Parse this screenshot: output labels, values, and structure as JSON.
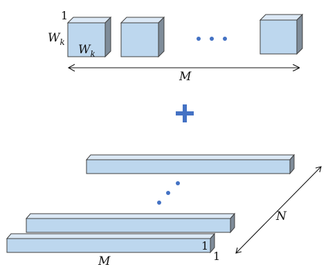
{
  "colors": {
    "box_front": "#bdd7ee",
    "box_top": "#dce9f6",
    "box_side": "#7f8c99",
    "box_stroke": "#3f3f3f",
    "dot": "#4472c4",
    "plus": "#4472c4",
    "arrow": "#111111"
  },
  "cubes": {
    "label_one": "1",
    "label_height": "W",
    "label_height_sub": "k",
    "label_width": "W",
    "label_width_sub": "k",
    "count_label": "M"
  },
  "operator": "+",
  "bars": {
    "label_one_end": "1",
    "label_one_depth": "1",
    "length_label": "M",
    "depth_label": "N"
  }
}
